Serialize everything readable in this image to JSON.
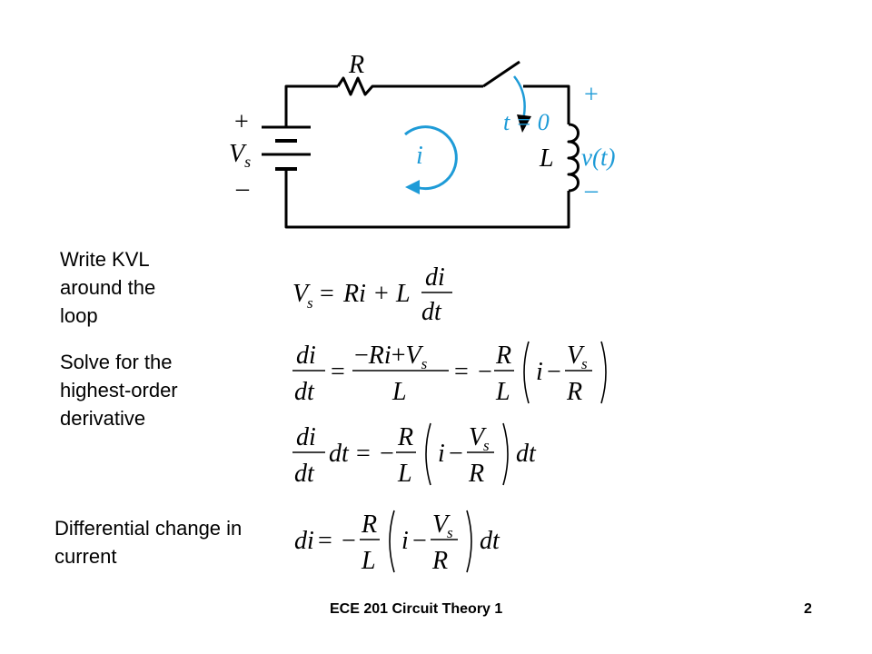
{
  "slide": {
    "labels": {
      "kvl": "Write KVL around the loop",
      "solve": "Solve for the highest-order derivative",
      "diff": "Differential change in current"
    },
    "footer": {
      "course": "ECE 201 Circuit Theory 1",
      "page": "2"
    }
  },
  "circuit": {
    "resistor": "R",
    "switch_time": "t = 0",
    "inductor": "L",
    "source": "V",
    "source_sub": "s",
    "current": "i",
    "voltage": "v(t)",
    "plus": "+",
    "minus": "–"
  },
  "colors": {
    "accent": "#1e9bd7",
    "wire": "#000000"
  },
  "equations": {
    "eq1": "V_s = Ri + L di/dt",
    "eq2": "di/dt = (−Ri + V_s)/L = −(R/L)(i − V_s/R)",
    "eq3": "(di/dt) dt = −(R/L)(i − V_s/R) dt",
    "eq4": "di = −(R/L)(i − V_s/R) dt"
  }
}
